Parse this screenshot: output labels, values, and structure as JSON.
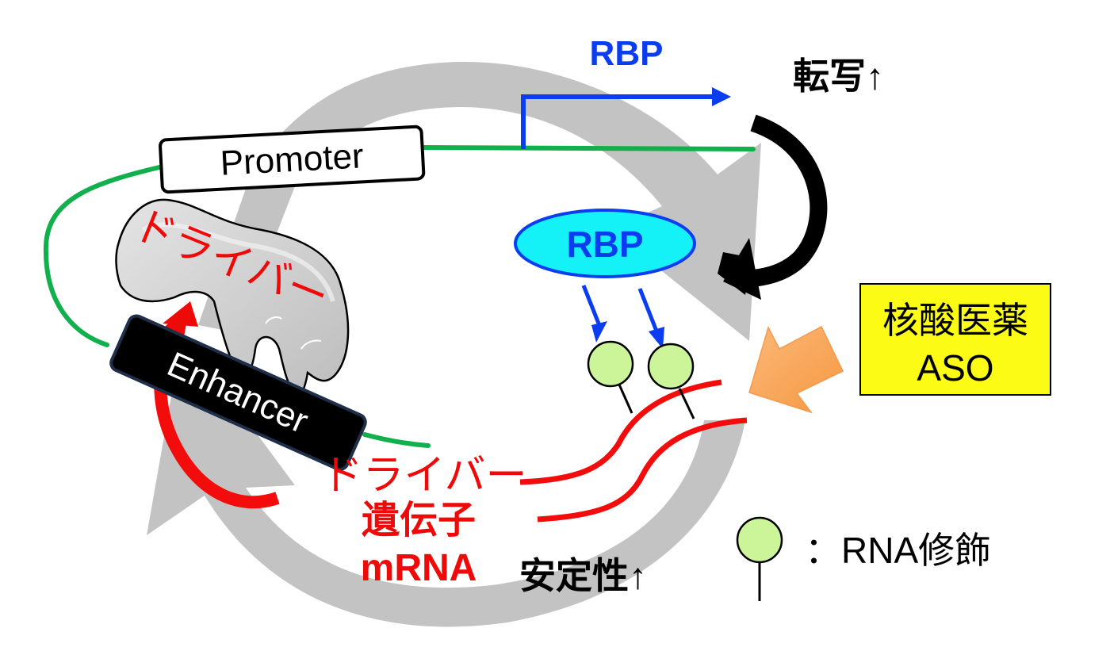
{
  "colors": {
    "cycle_gray": "#c3c3c3",
    "dna_green": "#12b04c",
    "rbp_blue": "#0a3cf0",
    "rbp_fill": "#14f2f7",
    "mrna_red": "#f20c0c",
    "driver_red": "#ef0a0a",
    "modification_fill": "#ccf59a",
    "drug_yellow": "#fbfb16",
    "drug_arrow_orange": "#f9a357",
    "enhancer_black": "#000000",
    "text_black": "#000000"
  },
  "labels": {
    "rbp_top": "RBP",
    "transcription_up": "転写↑",
    "promoter": "Promoter",
    "enhancer": "Enhancer",
    "driver_protein": "ドライバー",
    "rbp_ellipse": "RBP",
    "driver_gene_line1": "ドライバー",
    "driver_gene_line2": "遺伝子",
    "driver_gene_line3": "mRNA",
    "stability_up": "安定性↑",
    "drug_line1": "核酸医薬",
    "drug_line2": "ASO",
    "legend_text": "：RNA修飾"
  },
  "icons": {
    "cycle_arrows": "circular-arrows-icon",
    "transcription_start": "transcription-start-arrow-icon",
    "rna_modification": "lollipop-icon",
    "drug_arrow": "block-arrow-icon"
  }
}
